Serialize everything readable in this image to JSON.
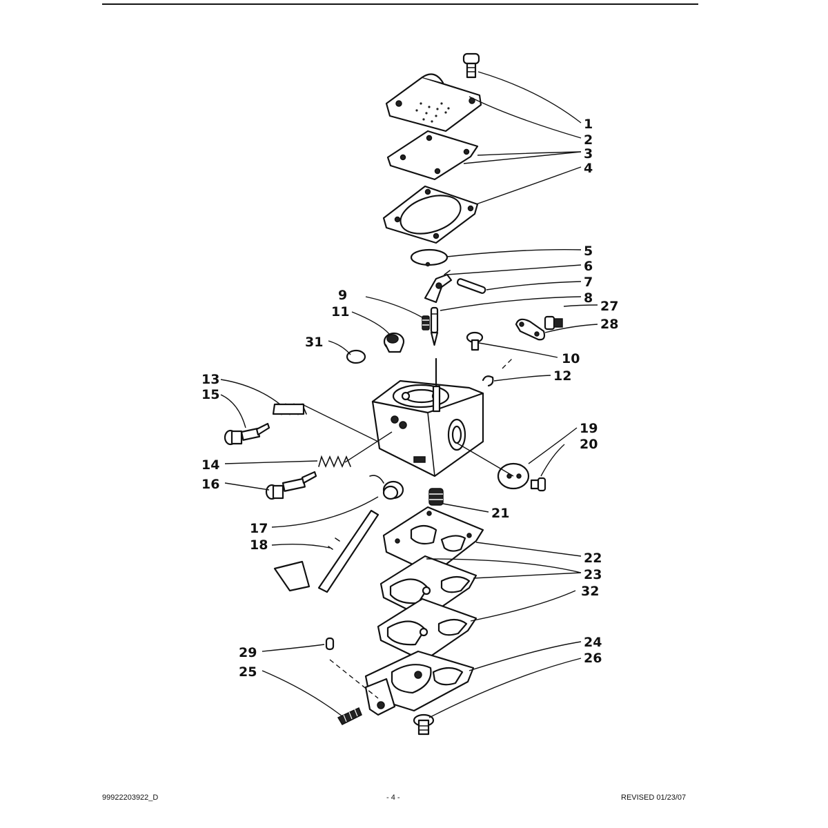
{
  "footer": {
    "left": "99922203922_D",
    "center": "- 4 -",
    "right": "REVISED 01/23/07"
  },
  "callouts": [
    "1",
    "2",
    "3",
    "4",
    "5",
    "6",
    "7",
    "8",
    "9",
    "10",
    "11",
    "12",
    "13",
    "14",
    "15",
    "16",
    "17",
    "18",
    "19",
    "20",
    "21",
    "22",
    "23",
    "24",
    "25",
    "26",
    "27",
    "28",
    "29",
    "31",
    "32"
  ]
}
